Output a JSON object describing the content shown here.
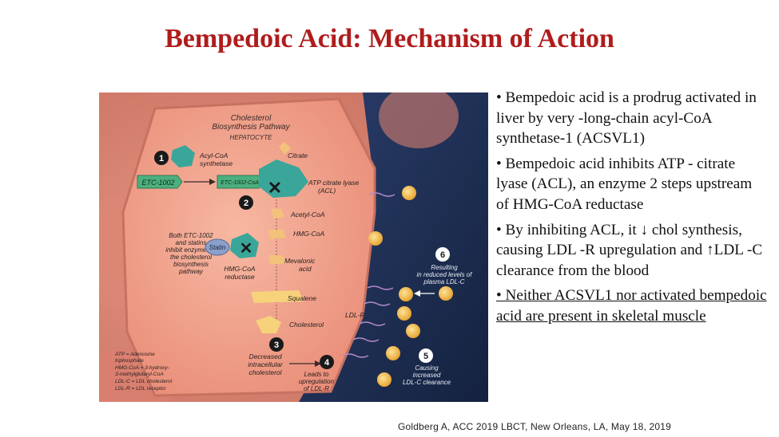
{
  "title": "Bempedoic Acid: Mechanism of Action",
  "bullets": [
    "• Bempedoic acid is a prodrug activated in liver by very -long-chain acyl-CoA synthetase-1 (ACSVL1)",
    "• Bempedoic acid inhibits ATP - citrate lyase (ACL), an enzyme 2 steps upstream of HMG-CoA reductase",
    "• By inhibiting ACL, it ↓ chol synthesis, causing LDL -R upregulation and ↑LDL -C clearance from the blood",
    "• Neither ACSVL1 nor activated bempedoic acid are present in skeletal muscle"
  ],
  "citation": "Goldberg A, ACC 2019 LBCT, New Orleans, LA, May 18, 2019",
  "diagram": {
    "header_line1": "Cholesterol",
    "header_line2": "Biosynthesis Pathway",
    "hepatocyte": "HEPATOCYTE",
    "step1": "1",
    "step2": "2",
    "step3": "3",
    "step4": "4",
    "step5": "5",
    "step6": "6",
    "acyl_coa_line1": "Acyl-CoA",
    "acyl_coa_line2": "synthetase",
    "etc1002": "ETC-1002",
    "etc1002_coa": "ETC-1002-CoA",
    "citrate": "Citrate",
    "acl_line1": "ATP citrate lyase",
    "acl_line2": "(ACL)",
    "acetyl_coa": "Acetyl-CoA",
    "hmg_coa": "HMG-CoA",
    "mevalonic_line1": "Mevalonic",
    "mevalonic_line2": "acid",
    "squalene": "Squalene",
    "cholesterol": "Cholesterol",
    "statin": "Statin",
    "hmg_red_line1": "HMG-CoA",
    "hmg_red_line2": "reductase",
    "both_line1": "Both ETC-1002",
    "both_line2": "and statins",
    "both_line3": "inhibit enzymes in",
    "both_line4": "the cholesterol",
    "both_line5": "biosynthesis",
    "both_line6": "pathway",
    "ldlr": "LDL-R",
    "decreased_line1": "Decreased",
    "decreased_line2": "intracellular",
    "decreased_line3": "cholesterol",
    "leads_line1": "Leads to",
    "leads_line2": "upregulation",
    "leads_line3": "of LDL-R",
    "causing_line1": "Causing",
    "causing_line2": "increased",
    "causing_line3": "LDL-C clearance",
    "resulting_line1": "Resulting",
    "resulting_line2": "in reduced levels of",
    "resulting_line3": "plasma LDL-C",
    "legend_1": "ATP = Adenosine",
    "legend_2": "triphosphate",
    "legend_3": "HMG-CoA = 3-hydroxy-",
    "legend_4": "3-methylglutaryl-CoA",
    "legend_5": "LDL-C = LDL cholesterol",
    "legend_6": "LDL-R = LDL receptor",
    "colors": {
      "title": "#b01c1c",
      "cell": "#f3a58f",
      "blood": "#1c2d55",
      "enzyme": "#3aa69a",
      "ldl_particle": "#f2b84b"
    }
  }
}
